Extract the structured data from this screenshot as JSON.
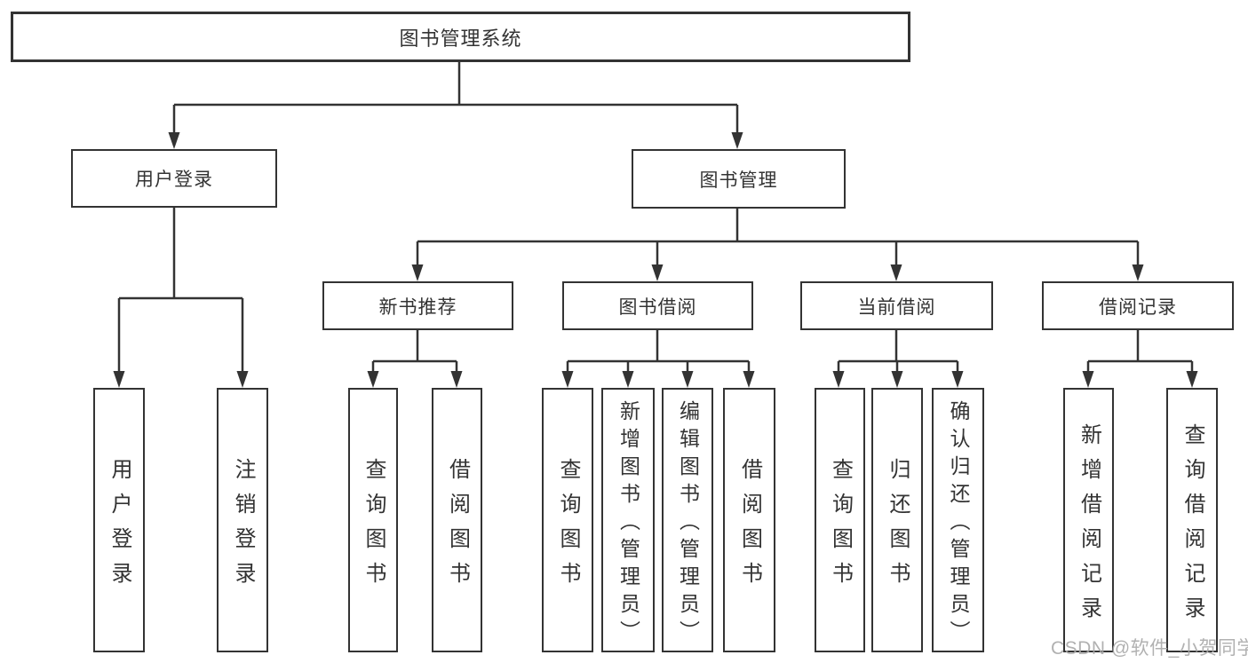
{
  "diagram_type": "hierarchy-tree",
  "colors": {
    "line": "#333333",
    "node_border": "#333333",
    "node_text": "#333333",
    "background": "#ffffff",
    "watermark_text": "#a8a8a8"
  },
  "tree": {
    "label": "图书管理系统",
    "children": [
      {
        "label": "用户登录",
        "children": [
          {
            "label": "用户登录"
          },
          {
            "label": "注销登录"
          }
        ]
      },
      {
        "label": "图书管理",
        "children": [
          {
            "label": "新书推荐",
            "children": [
              {
                "label": "查询图书"
              },
              {
                "label": "借阅图书"
              }
            ]
          },
          {
            "label": "图书借阅",
            "children": [
              {
                "label": "查询图书"
              },
              {
                "label": "新增图书（管理员）"
              },
              {
                "label": "编辑图书（管理员）"
              },
              {
                "label": "借阅图书"
              }
            ]
          },
          {
            "label": "当前借阅",
            "children": [
              {
                "label": "查询图书"
              },
              {
                "label": "归还图书"
              },
              {
                "label": "确认归还（管理员）"
              }
            ]
          },
          {
            "label": "借阅记录",
            "children": [
              {
                "label": "新增借阅记录"
              },
              {
                "label": "查询借阅记录"
              }
            ]
          }
        ]
      }
    ]
  },
  "watermark": {
    "text": "CSDN @软件_小贺同学"
  }
}
